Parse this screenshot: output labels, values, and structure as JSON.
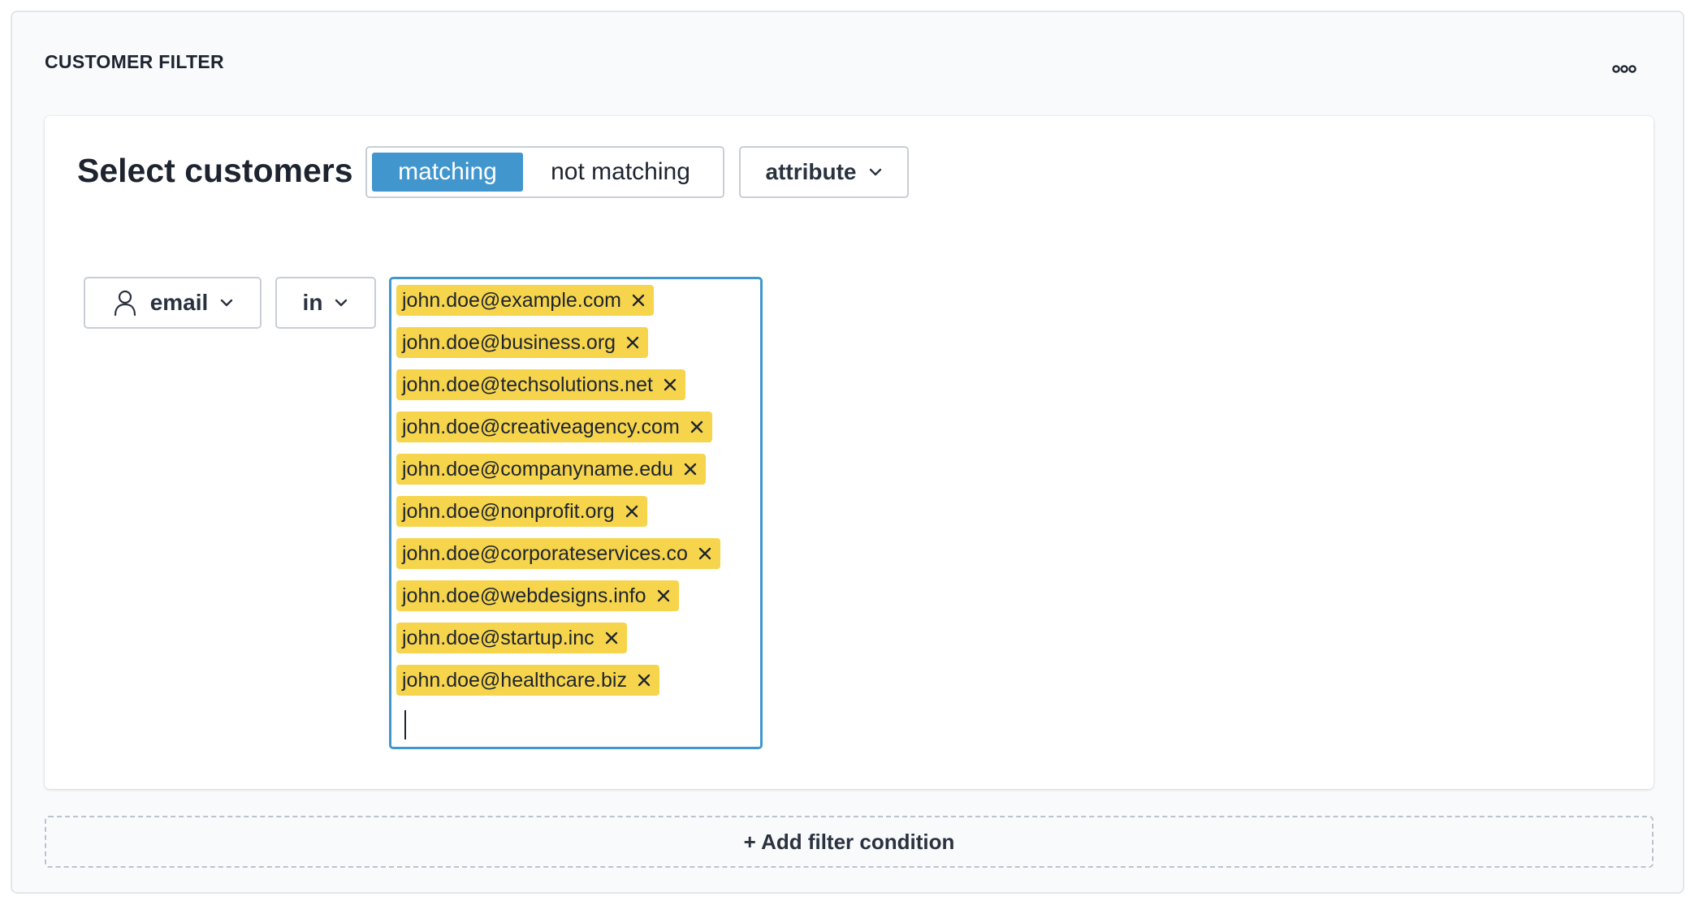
{
  "panel": {
    "title": "CUSTOMER FILTER",
    "more_icon": "more-horizontal-icon"
  },
  "card": {
    "heading": "Select customers",
    "match_toggle": {
      "options": [
        "matching",
        "not matching"
      ],
      "selected": "matching"
    },
    "scope_dropdown": {
      "value": "attribute",
      "icon": "chevron-down-icon"
    },
    "condition": {
      "field": {
        "icon": "user-icon",
        "value": "email"
      },
      "operator": {
        "value": "in"
      },
      "values": [
        "john.doe@example.com",
        "john.doe@business.org",
        "john.doe@techsolutions.net",
        "john.doe@creativeagency.com",
        "john.doe@companyname.edu",
        "john.doe@nonprofit.org",
        "john.doe@corporateservices.co",
        "john.doe@webdesigns.info",
        "john.doe@startup.inc",
        "john.doe@healthcare.biz"
      ],
      "input_value": ""
    }
  },
  "add_filter": {
    "label": "+ Add filter condition"
  },
  "colors": {
    "accent": "#4296ce",
    "tag_background": "#f6d44c",
    "panel_background": "#f9fafb",
    "border": "#c9ced6"
  }
}
